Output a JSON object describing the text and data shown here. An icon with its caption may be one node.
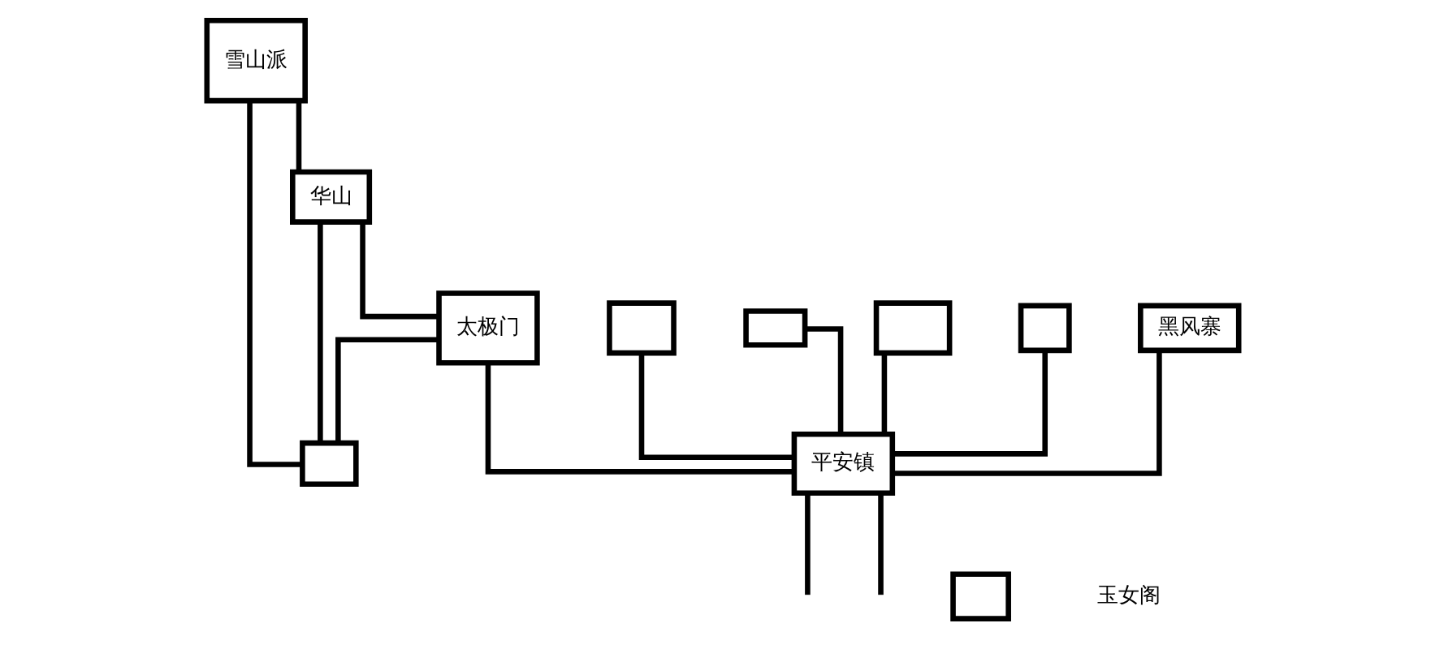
{
  "diagram": {
    "nodes": [
      {
        "text": [
          "雪山派"
        ]
      },
      {
        "text": [
          "华山"
        ]
      },
      {
        "text": [],
        "shape": "box"
      },
      {
        "text": [],
        "shape": "box"
      },
      {
        "text": [
          "太极门"
        ]
      },
      {
        "text": [
          "黑风寨"
        ]
      },
      {
        "text": [],
        "shape": "box"
      },
      {
        "text": [],
        "shape": "box"
      },
      {
        "text": [],
        "shape": "box"
      },
      {
        "text": [
          "平安镇"
        ]
      },
      {
        "text": [],
        "shape": "box"
      }
    ],
    "edges": [
      {
        "from": 0,
        "to": 1,
        "arrow": "none"
      },
      {
        "from": 0,
        "to": 8,
        "arrow": "none"
      },
      {
        "from": 1,
        "to": 8,
        "arrow": "none"
      },
      {
        "from": 1,
        "to": 4,
        "arrow": "none"
      },
      {
        "from": 4,
        "to": 8,
        "arrow": "none"
      },
      {
        "from": 4,
        "to": 9,
        "arrow": "none"
      },
      {
        "from": 5,
        "to": 9,
        "arrow": "none"
      },
      {
        "from": 2,
        "to": 9,
        "arrow": "none"
      },
      {
        "from": 3,
        "to": 9,
        "arrow": "none"
      },
      {
        "from": 6,
        "to": 9,
        "arrow": "none"
      },
      {
        "from": 7,
        "to": 9,
        "arrow": "none"
      },
      {
        "from": 9,
        "to": null,
        "arrow": "none"
      },
      {
        "from": 9,
        "to": null,
        "arrow": "none"
      }
    ],
    "labels": [
      "玉女阁"
    ]
  }
}
